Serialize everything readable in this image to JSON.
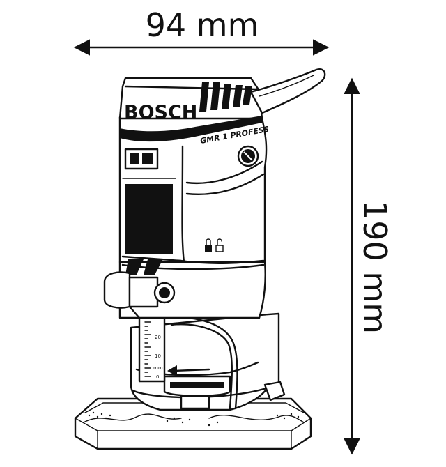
{
  "dimensions": {
    "width_label": "94 mm",
    "height_label": "190 mm"
  },
  "tool": {
    "brand": "BOSCH",
    "model": "GMR 1 PROFESS",
    "depth_scale": [
      "20",
      "10",
      "0"
    ],
    "scale_unit": "mm"
  },
  "icons": {
    "lock_unlock": "lock-unlock-icon",
    "direction_arrow": "arrow-left-icon"
  },
  "colors": {
    "line": "#111111",
    "background": "#ffffff"
  }
}
